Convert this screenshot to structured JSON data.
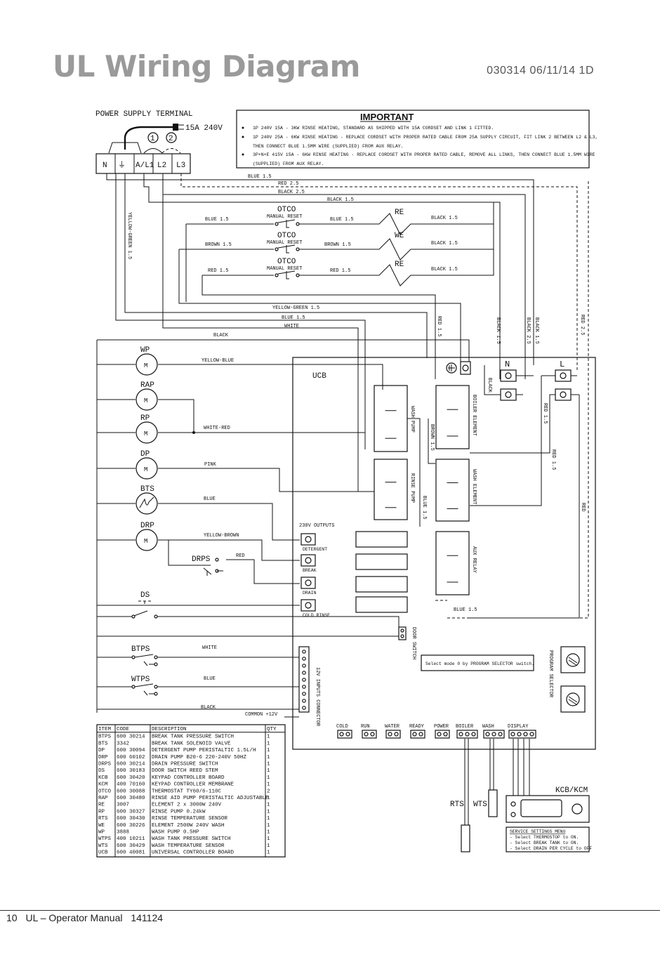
{
  "header": {
    "title": "UL Wiring Diagram",
    "docref": "030314 06/11/14 1D"
  },
  "footer": {
    "page": "10",
    "manual": "UL – Operator Manual",
    "code": "141124"
  },
  "power": {
    "label": "POWER SUPPLY TERMINAL",
    "rating": "15A 240V",
    "terminals": [
      "N",
      "⏚",
      "A/L1",
      "L2",
      "L3"
    ],
    "link1": "1",
    "link2": "2"
  },
  "important": {
    "heading": "IMPORTANT",
    "lines": [
      "1P 240V 15A - 3KW RINSE HEATING, STANDARD AS SHIPPED WITH 15A CORDSET AND LINK 1 FITTED.",
      "1P 240V 25A - 6KW RINSE HEATING - REPLACE CORDSET WITH PROPER RATED CABLE FROM 25A SUPPLY CIRCUIT, FIT LINK 2 BETWEEN L2 & L3,",
      "THEN CONNECT BLUE 1.5MM WIRE (SUPPLIED) FROM AUX RELAY.",
      "3P+N+E 415V 15A - 6KW RINSE HEATING - REPLACE CORDSET WITH PROPER RATED CABLE, REMOVE ALL LINKS, THEN CONNECT BLUE 1.5MM WIRE",
      "(SUPPLIED) FROM AUX RELAY."
    ]
  },
  "wires": {
    "blue15": "BLUE 1.5",
    "red25": "RED 2.5",
    "black25": "BLACK 2.5",
    "black15": "BLACK 1.5",
    "brown15": "BROWN 1.5",
    "red15": "RED 1.5",
    "yellowgreen15": "YELLOW-GREEN 1.5",
    "white": "WHITE",
    "black": "BLACK",
    "yellowblue": "YELLOW-BLUE",
    "whitered": "WHITE-RED",
    "pink": "PINK",
    "blue": "BLUE",
    "yellowbrown": "YELLOW-BROWN",
    "red": "RED",
    "common": "COMMON +12V"
  },
  "otco": {
    "label": "OTCO",
    "reset": "MANUAL RESET"
  },
  "elements": {
    "re": "RE",
    "we": "WE"
  },
  "motors": {
    "wp": "WP",
    "rap": "RAP",
    "rp": "RP",
    "dp": "DP",
    "bts": "BTS",
    "drp": "DRP",
    "m": "M",
    "drps": "DRPS",
    "ds": "DS",
    "btps": "BTPS",
    "wtps": "WTPS"
  },
  "ucb": {
    "label": "UCB",
    "n": "N",
    "l": "L",
    "relays": [
      "WASH PUMP",
      "BOILER ELEMENT",
      "RINSE PUMP",
      "WASH ELEMENT",
      "AUX RELAY"
    ],
    "outputs_title": "230V OUTPUTS",
    "outputs": [
      "DETERGENT",
      "BREAK",
      "DRAIN",
      "COLD RINSE"
    ],
    "door_switch": "DOOR SWITCH",
    "inputs_connector": "12V INPUTS CONNECTOR",
    "program_note": "Select mode 0 by PROGRAM SELECTOR switch.",
    "program_selector": "PROGRAM SELECTOR",
    "connectors": [
      "COLD",
      "RUN",
      "WATER",
      "READY",
      "POWER",
      "BOILER",
      "WASH",
      "DISPLAY"
    ],
    "rts": "RTS",
    "wts": "WTS",
    "kcb": "KCB/KCM"
  },
  "service_menu": {
    "title": "SERVICE SETTINGS MENU",
    "lines": [
      "- Select THERMOSTOP to ON.",
      "- Select BREAK TANK to ON.",
      "- Select DRAIN PER CYCLE to OFF"
    ]
  },
  "parts_table": {
    "headers": [
      "ITEM",
      "CODE",
      "DESCRIPTION",
      "QTY"
    ],
    "rows": [
      [
        "BTPS",
        "600 30214",
        "BREAK TANK PRESSURE SWITCH",
        "1"
      ],
      [
        "BTS",
        "3342",
        "BREAK TANK SOLENOID VALVE",
        "1"
      ],
      [
        "DP",
        "600 30094",
        "DETERGENT PUMP PERISTALTIC 1.5L/H",
        "1"
      ],
      [
        "DRP",
        "600 60102",
        "DRAIN PUMP B20-6 220-240V 50HZ",
        "1"
      ],
      [
        "DRPS",
        "600 30214",
        "DRAIN PRESSURE SWITCH",
        "1"
      ],
      [
        "DS",
        "600 30183",
        "DOOR SWITCH REED STEM",
        "1"
      ],
      [
        "KCB",
        "600 30420",
        "KEYPAD CONTROLLER BOARD",
        "1"
      ],
      [
        "KCM",
        "400 70160",
        "KEYPAD CONTROLLER MEMBRANE",
        "1"
      ],
      [
        "OTCO",
        "600 30088",
        "THERMOSTAT TY60/6-110C",
        "2"
      ],
      [
        "RAP",
        "600 30480",
        "RINSE AID PUMP PERISTALTIC ADJUSTABLE",
        "1"
      ],
      [
        "RE",
        "3007",
        "ELEMENT 2 x 3000W 240V",
        "1"
      ],
      [
        "RP",
        "600 30327",
        "RINSE PUMP 0.24kW",
        "1"
      ],
      [
        "RTS",
        "600 30430",
        "RINSE TEMPERATURE SENSOR",
        "1"
      ],
      [
        "WE",
        "600 30226",
        "ELEMENT 2500W 240V WASH",
        "1"
      ],
      [
        "WP",
        "3888",
        "WASH PUMP 0.5HP",
        "1"
      ],
      [
        "WTPS",
        "400 10211",
        "WASH TANK PRESSURE SWITCH",
        "1"
      ],
      [
        "WTS",
        "600 30429",
        "WASH TEMPERATURE SENSOR",
        "1"
      ],
      [
        "UCB",
        "600 40081",
        "UNIVERSAL CONTROLLER BOARD",
        "1"
      ]
    ]
  }
}
